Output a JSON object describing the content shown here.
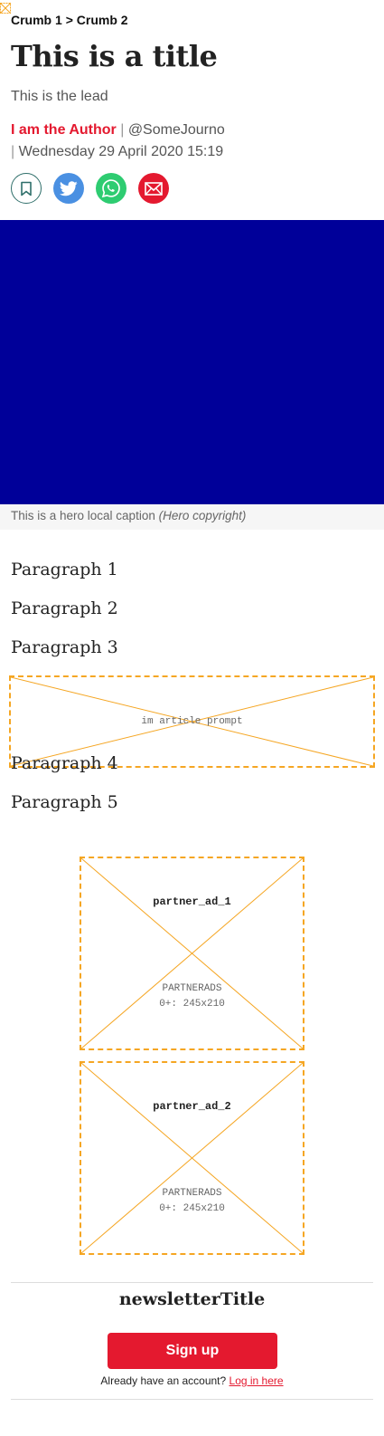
{
  "breadcrumb": {
    "crumb1": "Crumb 1",
    "separator": ">",
    "crumb2": "Crumb 2"
  },
  "article": {
    "title": "This is a title",
    "lead": "This is the lead",
    "author": "I am the Author",
    "handle": "@SomeJourno",
    "divider": "|",
    "date": "Wednesday 29 April 2020 15:19"
  },
  "share": {
    "icons": [
      "bookmark-icon",
      "twitter-icon",
      "whatsapp-icon",
      "email-icon"
    ],
    "colors": {
      "save_border": "#2f6f6a",
      "twitter": "#4a90e2",
      "whatsapp": "#2ecc71",
      "email": "#e4192f"
    }
  },
  "hero": {
    "color": "#000099",
    "caption": "This is a hero local caption",
    "copyright": "(Hero copyright)"
  },
  "paragraphs": [
    "Paragraph 1",
    "Paragraph 2",
    "Paragraph 3",
    "Paragraph 4",
    "Paragraph 5"
  ],
  "ads": {
    "article_prompt": {
      "label": "im article prompt"
    },
    "partner_ad_1": {
      "name": "partner_ad_1",
      "line1": "PARTNERADS",
      "line2": "0+: 245x210"
    },
    "partner_ad_2": {
      "name": "partner_ad_2",
      "line1": "PARTNERADS",
      "line2": "0+: 245x210"
    }
  },
  "newsletter": {
    "title": "newsletterTitle",
    "signup_label": "Sign up",
    "account_text": "Already have an account?",
    "login_label": "Log in here"
  },
  "colors": {
    "accent": "#e4192f",
    "placeholder_border": "#f5a623"
  }
}
